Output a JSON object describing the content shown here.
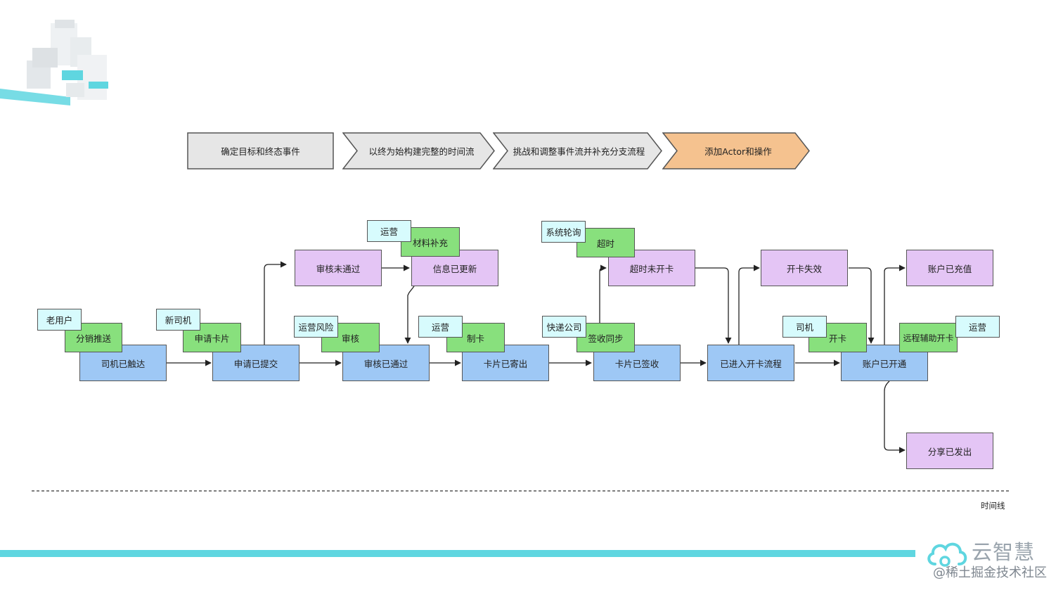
{
  "steps": [
    {
      "label": "确定目标和终态事件",
      "highlight": false
    },
    {
      "label": "以终为始构建完整的时间流",
      "highlight": false
    },
    {
      "label": "挑战和调整事件流并补充分支流程",
      "highlight": false
    },
    {
      "label": "添加Actor和操作",
      "highlight": true
    }
  ],
  "events": {
    "driver_reached": "司机已触达",
    "application_submitted": "申请已提交",
    "review_passed": "审核已通过",
    "card_sent": "卡片已寄出",
    "card_signed": "卡片已签收",
    "entered_activation": "已进入开卡流程",
    "account_opened": "账户已开通",
    "review_failed": "审核未通过",
    "info_updated": "信息已更新",
    "timeout_not_activated": "超时未开卡",
    "activation_failed": "开卡失效",
    "account_recharged": "账户已充值",
    "share_sent": "分享已发出"
  },
  "commands": {
    "distribute_push": "分销推送",
    "apply_card": "申请卡片",
    "review": "审核",
    "make_card": "制卡",
    "sign_sync": "签收同步",
    "activate_card": "开卡",
    "remote_assist_activate": "远程辅助开卡",
    "supplement_material": "材料补充",
    "timeout": "超时"
  },
  "actors": {
    "old_user": "老用户",
    "new_driver": "新司机",
    "ops_risk": "运营风险",
    "ops_make": "运营",
    "courier": "快递公司",
    "driver": "司机",
    "ops_remote": "运营",
    "ops_material": "运营",
    "system_poll": "系统轮询"
  },
  "timeline_label": "时间线",
  "brand": {
    "name": "云智慧",
    "watermark": "@稀土掘金技术社区"
  },
  "colors": {
    "event": "#9ec8f5",
    "policy_event": "#e4c5f5",
    "command": "#88e07d",
    "actor": "#d7fbfd",
    "step": "#e6e6e6",
    "step_highlight": "#f5c28f",
    "accent": "#5fd6e0"
  }
}
